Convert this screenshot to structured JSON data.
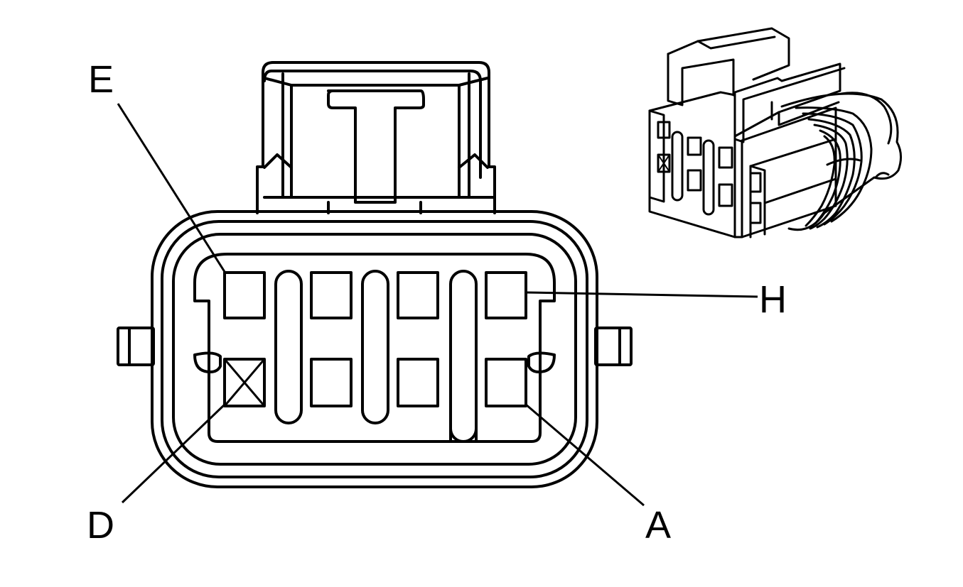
{
  "connector": {
    "cavity_labels": {
      "E": "E",
      "H": "H",
      "D": "D",
      "A": "A"
    },
    "cavity_count": 8,
    "unused_cavity_marker": "x-mark",
    "inset_view": "connector-isometric-view"
  },
  "colors": {
    "line": "#000000",
    "background": "#ffffff"
  }
}
